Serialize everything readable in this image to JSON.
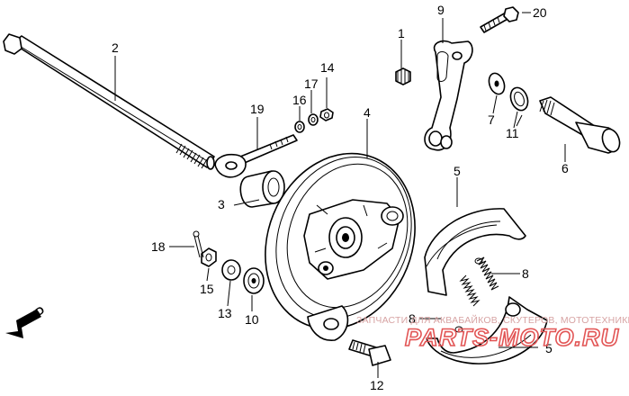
{
  "diagram": {
    "callouts": [
      {
        "id": "1",
        "text": "1"
      },
      {
        "id": "2",
        "text": "2"
      },
      {
        "id": "3",
        "text": "3"
      },
      {
        "id": "4",
        "text": "4"
      },
      {
        "id": "5a",
        "text": "5"
      },
      {
        "id": "5b",
        "text": "5"
      },
      {
        "id": "6",
        "text": "6"
      },
      {
        "id": "7",
        "text": "7"
      },
      {
        "id": "8a",
        "text": "8"
      },
      {
        "id": "8b",
        "text": "8"
      },
      {
        "id": "9",
        "text": "9"
      },
      {
        "id": "10",
        "text": "10"
      },
      {
        "id": "11",
        "text": "11"
      },
      {
        "id": "12",
        "text": "12"
      },
      {
        "id": "13",
        "text": "13"
      },
      {
        "id": "14",
        "text": "14"
      },
      {
        "id": "15",
        "text": "15"
      },
      {
        "id": "16",
        "text": "16"
      },
      {
        "id": "17",
        "text": "17"
      },
      {
        "id": "18",
        "text": "18"
      },
      {
        "id": "19",
        "text": "19"
      },
      {
        "id": "20",
        "text": "20"
      }
    ],
    "direction_marker": "FWD"
  },
  "watermark": {
    "caption": "ЗАПЧАСТИ ДЛЯ АКВАБАЙКОВ, СКУТЕРОВ, МОТОТЕХНИКИ",
    "brand": "PARTS-MOTO.RU",
    "color": "#e25555"
  }
}
